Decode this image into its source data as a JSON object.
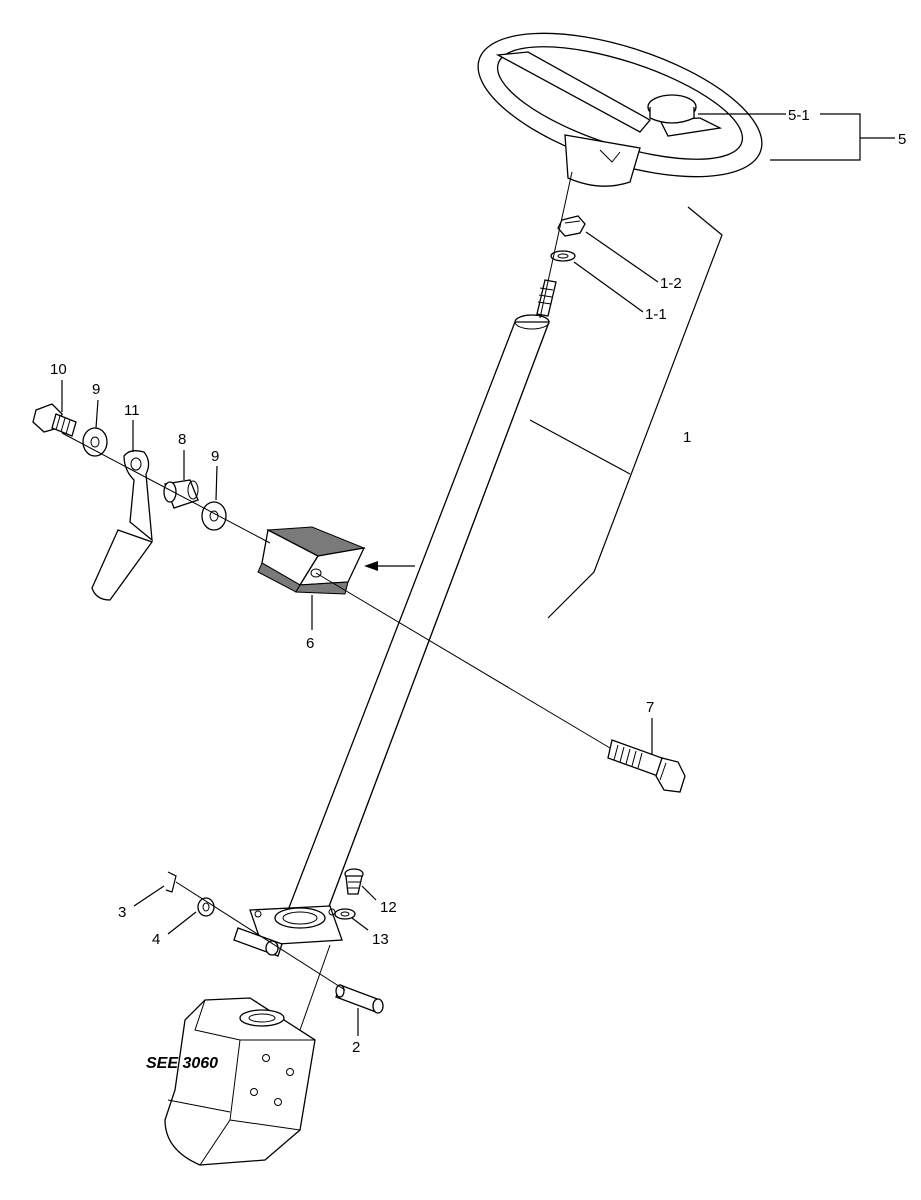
{
  "callouts": {
    "p1": "1",
    "p1_1": "1-1",
    "p1_2": "1-2",
    "p2": "2",
    "p3": "3",
    "p4": "4",
    "p5": "5",
    "p5_1": "5-1",
    "p6": "6",
    "p7": "7",
    "p8": "8",
    "p9a": "9",
    "p9b": "9",
    "p10": "10",
    "p11": "11",
    "p12": "12",
    "p13": "13"
  },
  "reference": {
    "see_label": "SEE 3060"
  }
}
